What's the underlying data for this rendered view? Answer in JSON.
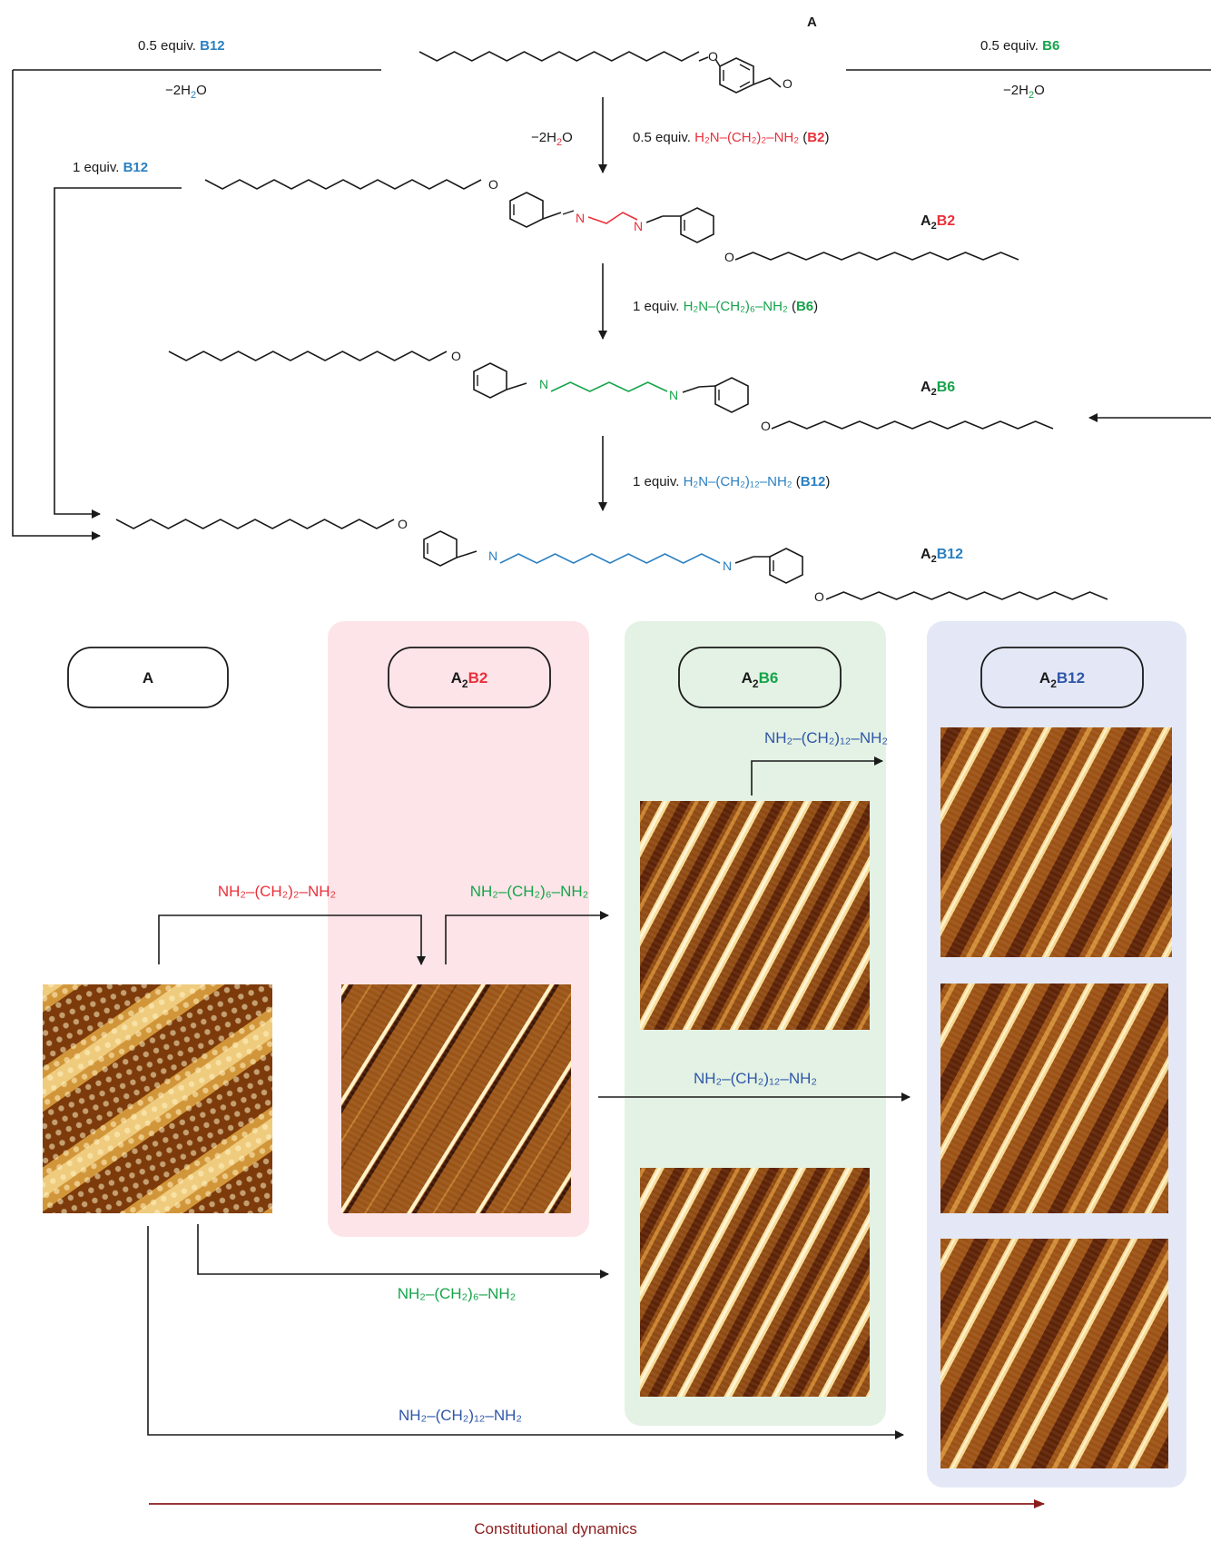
{
  "reaction": {
    "start_label": "A",
    "left_reagent": "0.5 equiv. ",
    "left_reagent_id": "B12",
    "right_reagent": "0.5 equiv. ",
    "right_reagent_id": "B6",
    "water": "−2H",
    "water_sub": "2",
    "water_end": "O",
    "step1_reagent": "0.5 equiv. ",
    "step1_formula": "H₂N–(CH₂)₂–NH₂",
    "step1_id": "B2",
    "step2_reagent": "1 equiv. ",
    "step2_formula": "H₂N–(CH₂)₆–NH₂",
    "step2_id": "B6",
    "step3_reagent": "1 equiv. ",
    "step3_formula": "H₂N–(CH₂)₁₂–NH₂",
    "step3_id": "B12",
    "side_reagent": "1 equiv. ",
    "side_reagent_id": "B12",
    "products": [
      "A₂B2",
      "A₂B6",
      "A₂B12"
    ],
    "atom_O": "O",
    "atom_N": "N"
  },
  "panels": {
    "A": "A",
    "A2B2_pre": "A",
    "A2B2_sub": "2",
    "A2B2_post": "B2",
    "A2B6_pre": "A",
    "A2B6_sub": "2",
    "A2B6_post": "B6",
    "A2B12_pre": "A",
    "A2B12_sub": "2",
    "A2B12_post": "B12"
  },
  "arrows": {
    "en": "NH₂–(CH₂)₂–NH₂",
    "hex": "NH₂–(CH₂)₆–NH₂",
    "dodec": "NH₂–(CH₂)₁₂–NH₂"
  },
  "footer": "Constitutional dynamics",
  "colors": {
    "B2": "#e8303a",
    "B6": "#16a34a",
    "B12": "#2a7fc1",
    "panel_B2": "#fde4e8",
    "panel_B6": "#e3f2e4",
    "panel_B12": "#e4e8f6",
    "stm_dark": "#5a2005",
    "stm_light": "#f5d48a"
  }
}
